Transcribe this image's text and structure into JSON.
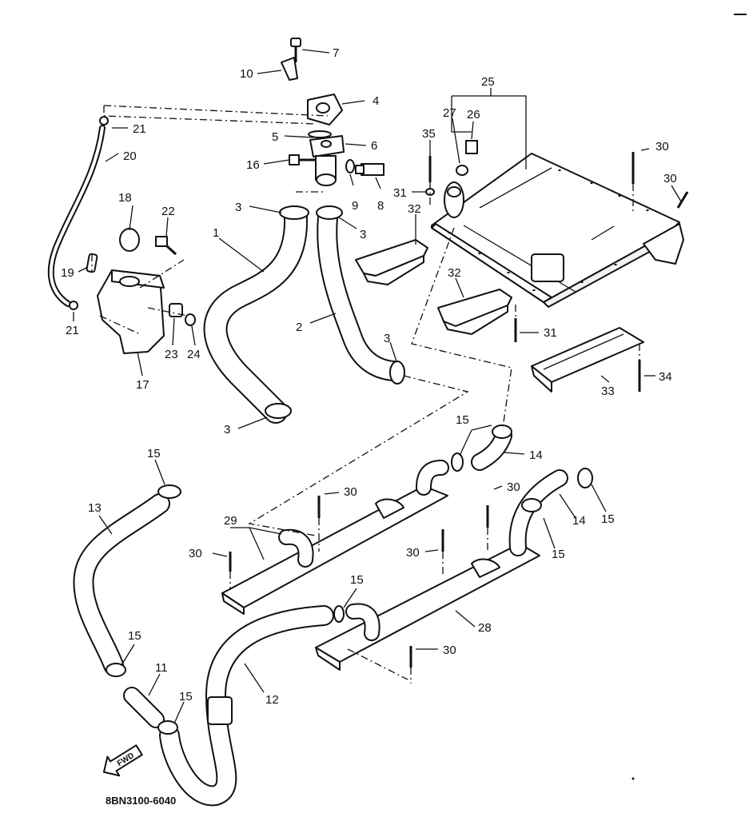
{
  "diagram_code": "8BN3100-6040",
  "forward_label": "FWD",
  "callouts": {
    "c1": "1",
    "c2": "2",
    "c3a": "3",
    "c3b": "3",
    "c3c": "3",
    "c3d": "3",
    "c4": "4",
    "c5": "5",
    "c6": "6",
    "c7": "7",
    "c8": "8",
    "c9": "9",
    "c10": "10",
    "c11": "11",
    "c12": "12",
    "c13": "13",
    "c14a": "14",
    "c14b": "14",
    "c15a": "15",
    "c15b": "15",
    "c15c": "15",
    "c15d": "15",
    "c15e": "15",
    "c15f": "15",
    "c15g": "15",
    "c16": "16",
    "c17": "17",
    "c18": "18",
    "c19": "19",
    "c20": "20",
    "c21a": "21",
    "c21b": "21",
    "c22": "22",
    "c23": "23",
    "c24": "24",
    "c25": "25",
    "c26": "26",
    "c27": "27",
    "c28": "28",
    "c29": "29",
    "c30a": "30",
    "c30b": "30",
    "c30c": "30",
    "c30d": "30",
    "c30e": "30",
    "c30f": "30",
    "c30g": "30",
    "c31a": "31",
    "c31b": "31",
    "c32a": "32",
    "c32b": "32",
    "c33": "33",
    "c34": "34",
    "c35": "35"
  }
}
